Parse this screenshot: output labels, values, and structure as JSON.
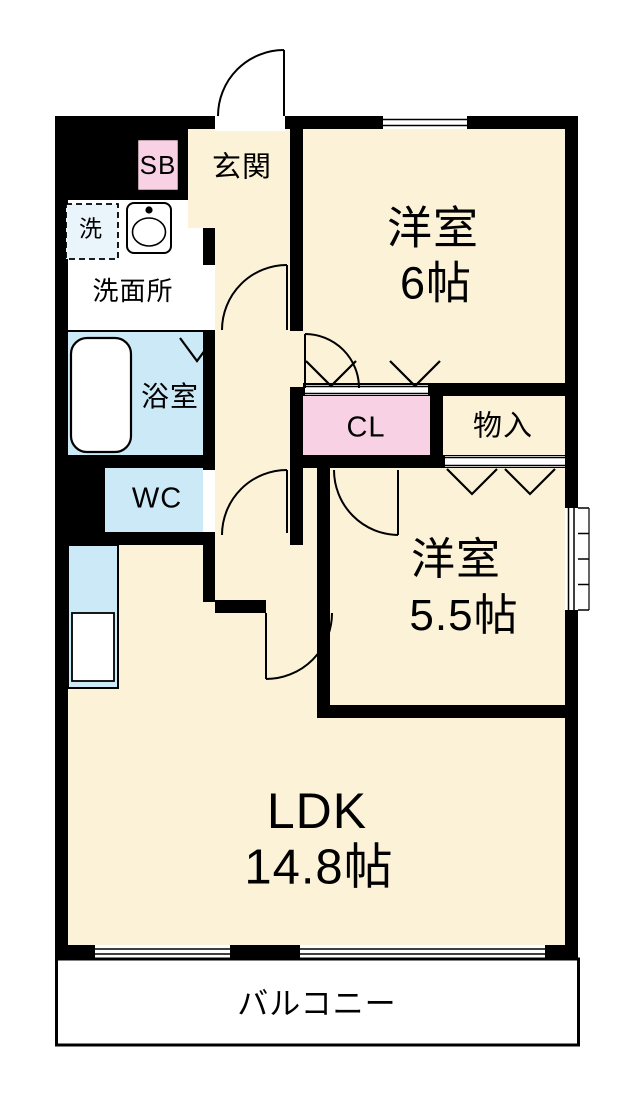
{
  "floorplan": {
    "rooms": {
      "shoe_box": {
        "label": "SB"
      },
      "entrance": {
        "label": "玄関"
      },
      "western_room_6": {
        "name": "洋室",
        "size": "6帖"
      },
      "washer": {
        "label": "洗"
      },
      "washroom": {
        "label": "洗面所"
      },
      "bathroom": {
        "label": "浴室"
      },
      "toilet": {
        "label": "WC"
      },
      "closet": {
        "label": "CL"
      },
      "storage": {
        "label": "物入"
      },
      "western_room_5_5": {
        "name": "洋室",
        "size": "5.5帖"
      },
      "ldk": {
        "name": "LDK",
        "size": "14.8帖"
      },
      "balcony": {
        "label": "バルコニー"
      }
    },
    "colors": {
      "wall": "#000000",
      "room_cream": "#fbf2d8",
      "wet_area_blue": "#cbe9f6",
      "closet_pink": "#f8d2e4",
      "white": "#ffffff"
    }
  }
}
